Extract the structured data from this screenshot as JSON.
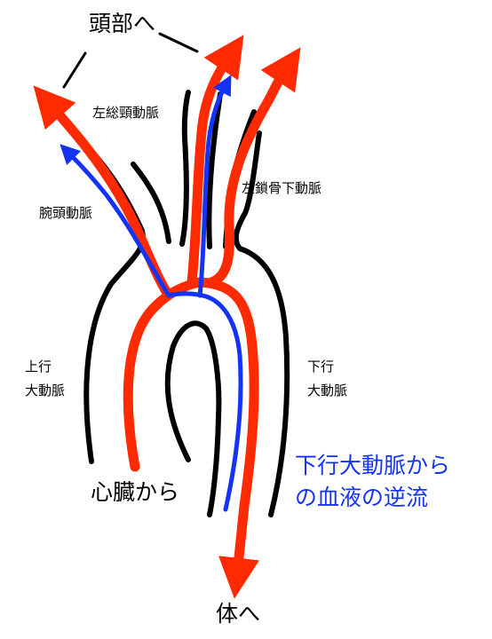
{
  "labels": {
    "to_head": "頭部へ",
    "left_common_carotid": "左総頸動脈",
    "brachiocephalic": "腕頭動脈",
    "left_subclavian": "左鎖骨下動脈",
    "ascending_aorta": [
      "上行",
      "大動脈"
    ],
    "descending_aorta": [
      "下行",
      "大動脈"
    ],
    "from_heart": "心臓から",
    "to_body": "体へ",
    "retrograde_flow": [
      "下行大動脈から",
      "の血液の逆流"
    ]
  },
  "colors": {
    "forward_flow": "#ff2a00",
    "retrograde_flow": "#1533f5",
    "vessel_wall": "#000000"
  }
}
